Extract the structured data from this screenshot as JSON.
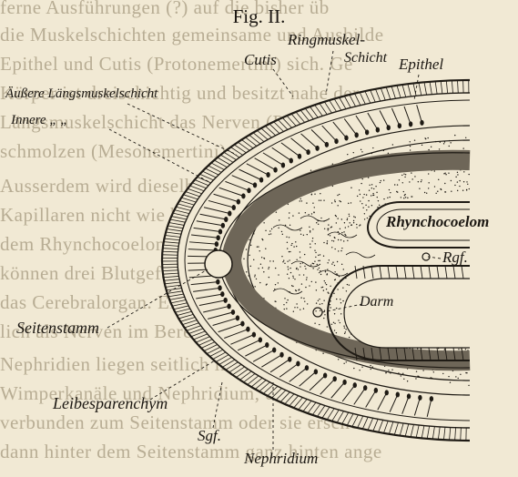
{
  "figure_title": "Fig. II.",
  "colors": {
    "paper": "#f1e9d4",
    "ink": "#1e1a14",
    "faded_text": "#b8ad94",
    "muscle_band": "#6e6658"
  },
  "background_text_lines": [
    "ferne Ausführungen (?) auf die bisher üb",
    "die Muskelschichten gemeinsame und Ausbilde",
    "Epithel und Cutis (Protonemertini) sich. Ge",
    "Körper ist dreischichtig und besitzt nahe der",
    "Längsmuskelschicht das Nerven (Protonemertini)",
    "schmolzen (Mesonemertini).",
    "Ausserdem wird dieselbe, wie bei",
    "Kapillaren nicht wie bei den Würmern blind",
    "dem Rhynchocoelom liegt die Anlage. Weil",
    "können drei Blutgefässe, Ringgefässe sind da",
    "das Cerebralorgan. Ein dem ganz eigen Ausgebaut",
    "lich als Nerven im Bereich liegt",
    "Nephridien liegen seitlich im Parenchym",
    "Wimperkanäle und Nephridium, die Bäume und ist",
    "verbunden zum Seitenstamm oder sie erscheinen",
    "dann hinter dem Seitenstamm ganz hinten ange"
  ],
  "labels": {
    "ringmuskel_schicht_line1": "Ringmuskel-",
    "ringmuskel_schicht_line2": "Schicht",
    "cutis": "Cutis",
    "epithel": "Epithel",
    "aeussere_laengsmuskelschicht": "Äußere Längsmuskelschicht",
    "innere": "Innere  „   „",
    "rhynchocoelom": "Rhynchocoelom",
    "rgf": "Rgf.",
    "darm": "Darm",
    "seitenstamm": "Seitenstamm",
    "leibesparenchym": "Leibesparenchym",
    "sgf": "Sgf.",
    "nephridium": "Nephridium"
  }
}
